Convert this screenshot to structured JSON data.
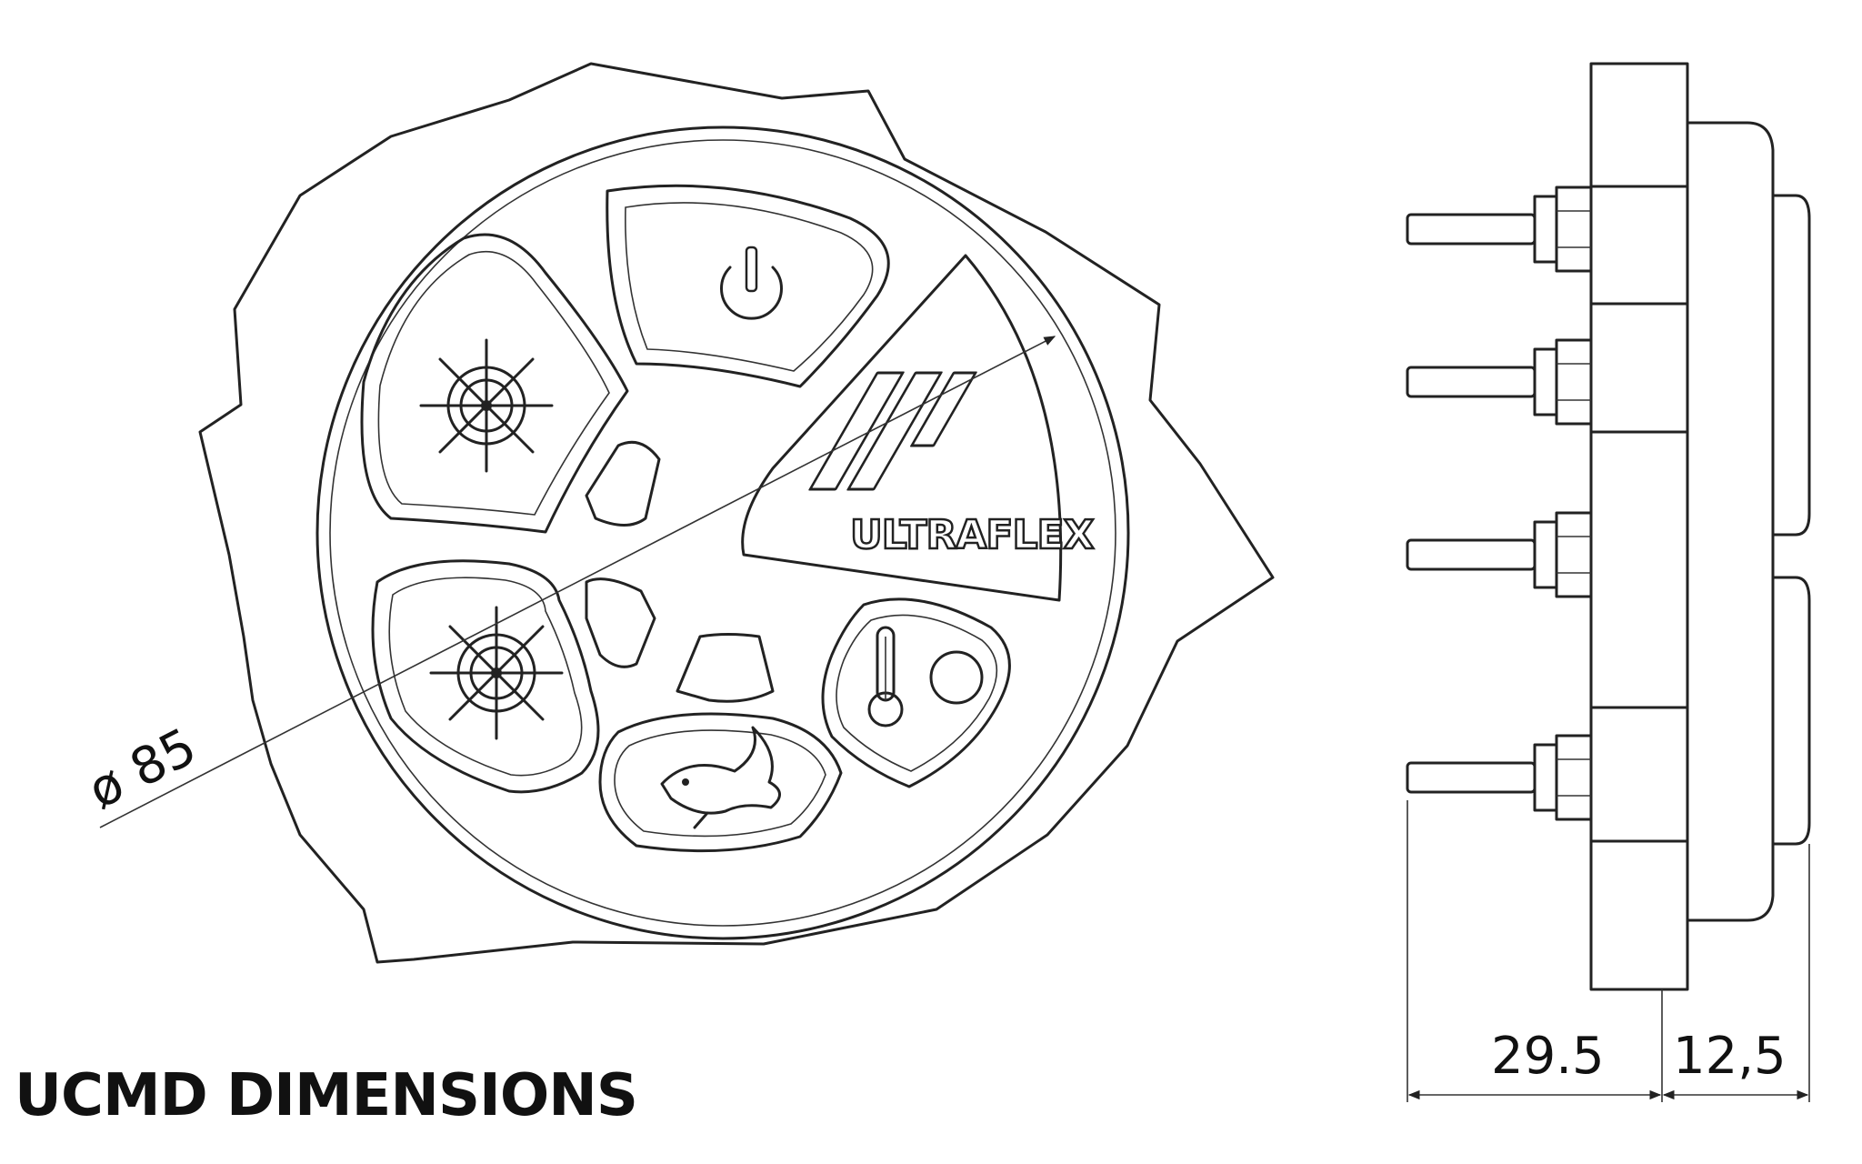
{
  "title": "UCMD DIMENSIONS",
  "brand": "ULTRAFLEX",
  "dimensions": {
    "diameter": "ø 85",
    "depth_total": "29.5",
    "depth_panel": "12,5"
  },
  "icons": [
    "power-icon",
    "helm-wheel-icon",
    "helm-wheel-icon",
    "fish-icon",
    "thermometer-icon",
    "ultraflex-logo-icon"
  ]
}
